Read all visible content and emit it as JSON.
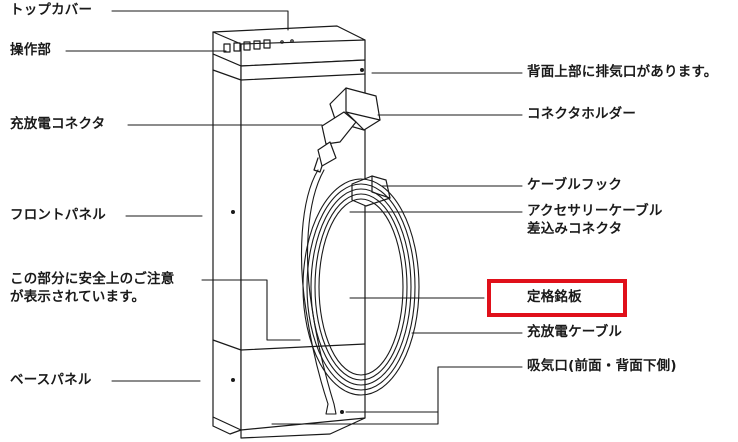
{
  "labels": {
    "top_cover": "トップカバー",
    "control_panel": "操作部",
    "charge_connector": "充放電コネクタ",
    "front_panel": "フロントパネル",
    "caution_line1": "この部分に安全上のご注意",
    "caution_line2": "が表示されています。",
    "base_panel": "ベースパネル",
    "exhaust": "背面上部に排気口があります。",
    "connector_holder": "コネクタホルダー",
    "cable_hook": "ケーブルフック",
    "accessory_line1": "アクセサリーケーブル",
    "accessory_line2": "差込みコネクタ",
    "rating_plate": "定格銘板",
    "charge_cable": "充放電ケーブル",
    "intake": "吸気口(前面・背面下側)"
  },
  "colors": {
    "line": "#1a1a1a",
    "highlight": "#e0101a"
  }
}
